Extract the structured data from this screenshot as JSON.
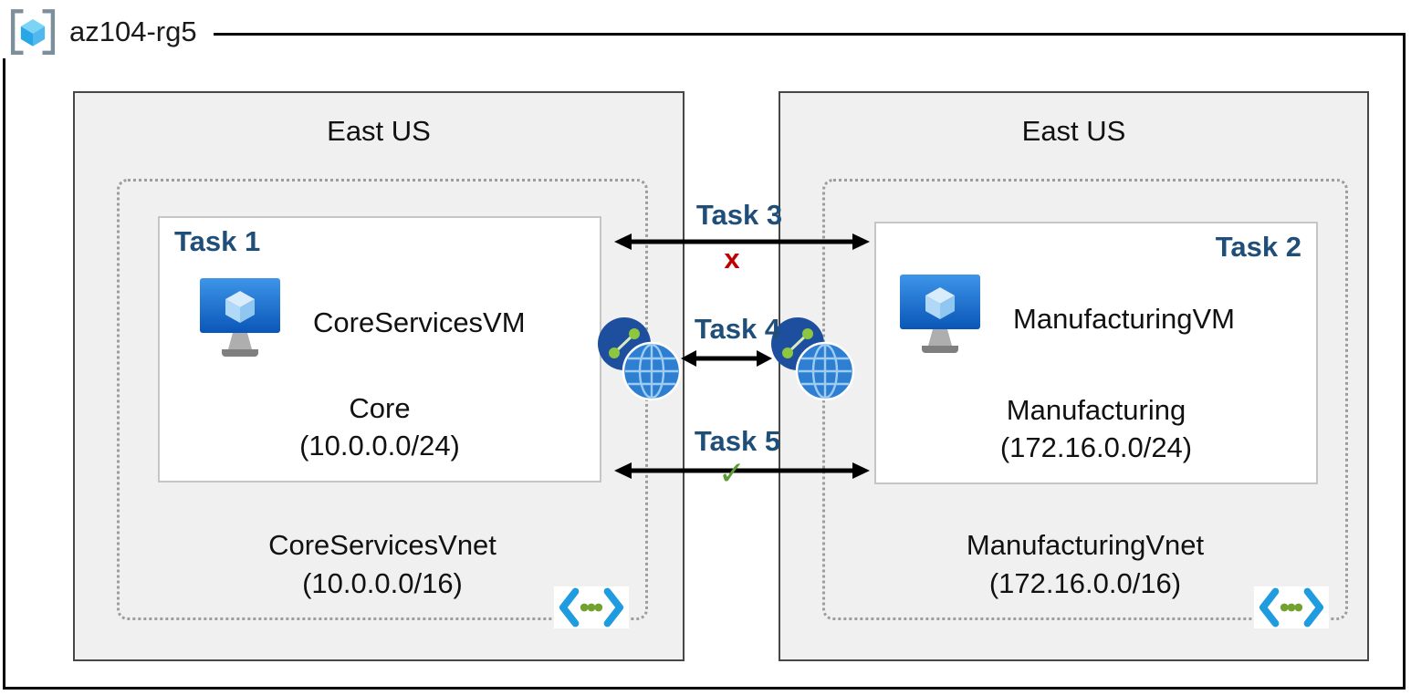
{
  "resource_group": {
    "label": "az104-rg5"
  },
  "regions": {
    "left": {
      "title": "East US",
      "task_label": "Task 1",
      "vm_name": "CoreServicesVM",
      "subnet_name": "Core",
      "subnet_cidr": "(10.0.0.0/24)",
      "vnet_name": "CoreServicesVnet",
      "vnet_cidr": "(10.0.0.0/16)"
    },
    "right": {
      "title": "East US",
      "task_label": "Task 2",
      "vm_name": "ManufacturingVM",
      "subnet_name": "Manufacturing",
      "subnet_cidr": "(172.16.0.0/24)",
      "vnet_name": "ManufacturingVnet",
      "vnet_cidr": "(172.16.0.0/16)"
    }
  },
  "connections": {
    "task3": {
      "label": "Task 3",
      "status": "x"
    },
    "task4": {
      "label": "Task 4"
    },
    "task5": {
      "label": "Task 5",
      "status": "✓"
    }
  },
  "icons": {
    "resource_group": "resource-group-icon",
    "virtual_machine": "virtual-machine-icon",
    "virtual_network": "virtual-network-icon",
    "peering": "network-peering-icon"
  },
  "colors": {
    "task_label": "#1f4e79",
    "fail_mark": "#c00000",
    "success_mark": "#5c9c33",
    "arrow": "#000000",
    "region_background": "#f0f0f0",
    "azure_blue": "#1f9ce0"
  }
}
